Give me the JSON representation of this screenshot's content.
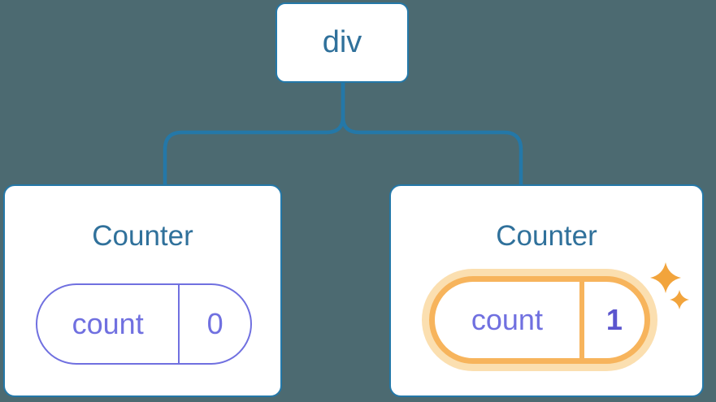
{
  "diagram": {
    "root": {
      "label": "div"
    },
    "children": [
      {
        "title": "Counter",
        "state_key": "count",
        "state_value": "0",
        "highlighted": false
      },
      {
        "title": "Counter",
        "state_key": "count",
        "state_value": "1",
        "highlighted": true
      }
    ]
  },
  "icons": {
    "sparkles": "sparkles-icon"
  },
  "colors": {
    "background": "#4C6A71",
    "connector_blue": "#2478A8",
    "node_text_blue": "#30719B",
    "state_purple": "#7070E0",
    "state_value_purple_bold": "#5B55CE",
    "highlight_orange": "#F7B45C",
    "highlight_glow": "#FBDFB0",
    "sparkle_orange": "#F2A43C",
    "card_background": "#FFFFFF"
  }
}
